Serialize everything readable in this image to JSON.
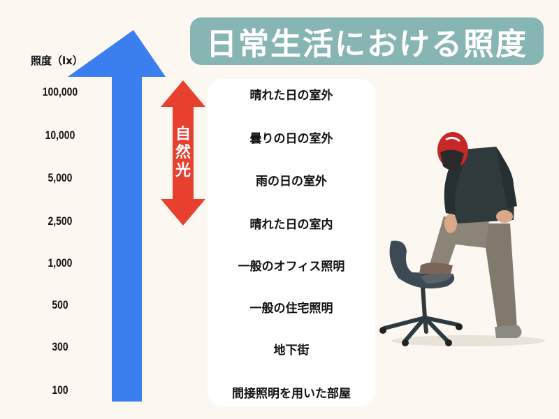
{
  "title": "日常生活における照度",
  "axis": {
    "label": "照度（lx）",
    "ticks": [
      "100,000",
      "10,000",
      "5,000",
      "2,500",
      "1,000",
      "500",
      "300",
      "100"
    ]
  },
  "natural_light": {
    "label_chars": [
      "自",
      "然",
      "光"
    ],
    "label": "自然光",
    "color": "#e8402f"
  },
  "items": [
    "晴れた日の室外",
    "曇りの日の室外",
    "雨の日の室外",
    "晴れた日の室内",
    "一般のオフィス照明",
    "一般の住宅照明",
    "地下街",
    "間接照明を用いた部屋"
  ],
  "colors": {
    "background": "#fcf8f1",
    "title_bg": "#87b5b3",
    "gradient_top": "#f4ea3c",
    "gradient_mid": "#8fb09a",
    "gradient_bottom": "#3a7ef0"
  },
  "photo": {
    "subject": "person-in-helmet-with-office-chair"
  }
}
